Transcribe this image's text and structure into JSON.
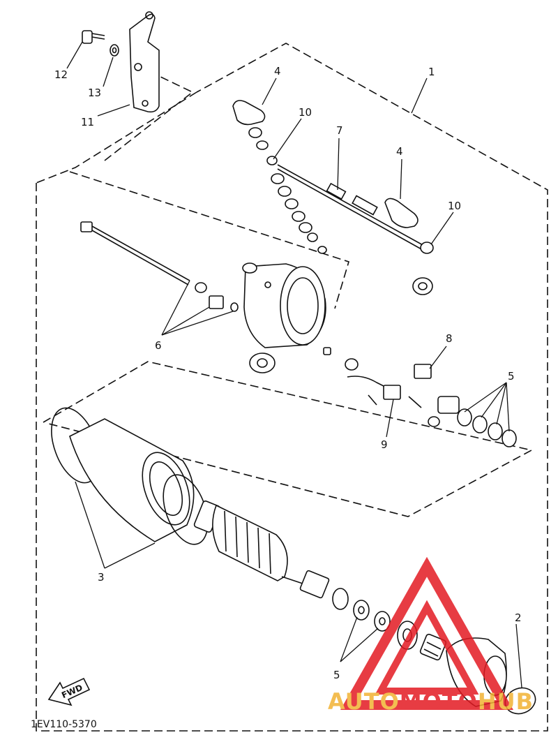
{
  "callouts": {
    "c1": "1",
    "c2": "2",
    "c3": "3",
    "c4a": "4",
    "c4b": "4",
    "c5a": "5",
    "c5b": "5",
    "c6": "6",
    "c7": "7",
    "c8": "8",
    "c9": "9",
    "c10a": "10",
    "c10b": "10",
    "c11": "11",
    "c12": "12",
    "c13": "13"
  },
  "diagram_code": "1EV110-5370",
  "fwd_label": "FWD",
  "watermark": {
    "text_a": "AUTO",
    "text_b": "MOTO",
    "text_c": "HUB",
    "color_primary": "#e31b23",
    "color_secondary": "#f2b233"
  }
}
